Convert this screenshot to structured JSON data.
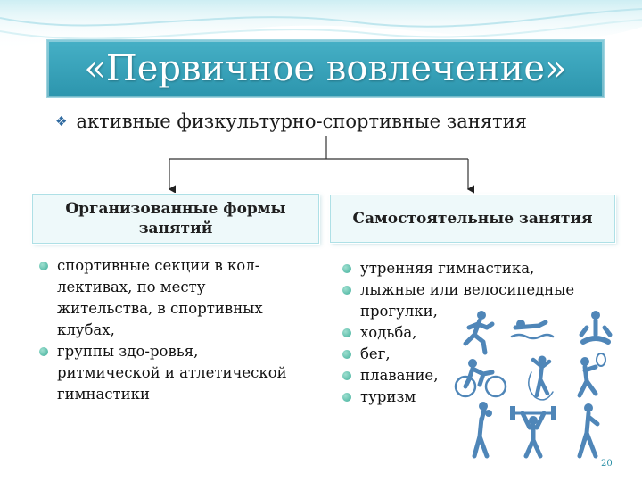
{
  "title": "«Первичное вовлечение»",
  "subtitle": "активные физкультурно-спортивные занятия",
  "left_box": {
    "label": "Организованные формы занятий"
  },
  "right_box": {
    "label": "Самостоятельные занятия"
  },
  "left_items": [
    "спортивные секции в кол-лективах, по месту жительства, в спортивных клубах,",
    "группы здо-ровья, ритмической и атлетической гимнастики"
  ],
  "right_items": [
    "утренняя гимнастика,",
    "лыжные или велосипедные прогулки,",
    "ходьба,",
    "бег,",
    "плавание,",
    "туризм"
  ],
  "page_number": "20",
  "colors": {
    "title_bg": "#3aa3ba",
    "box_bg": "#eef9fa",
    "bullet": "#3fae9a",
    "icons": "#4f86b8"
  },
  "icons": [
    "runner-icon",
    "swimmer-icon",
    "meditation-icon",
    "cyclist-icon",
    "gymnast-ribbon-icon",
    "tennis-player-icon",
    "volleyball-player-icon",
    "weightlifter-icon",
    "athlete-icon"
  ]
}
